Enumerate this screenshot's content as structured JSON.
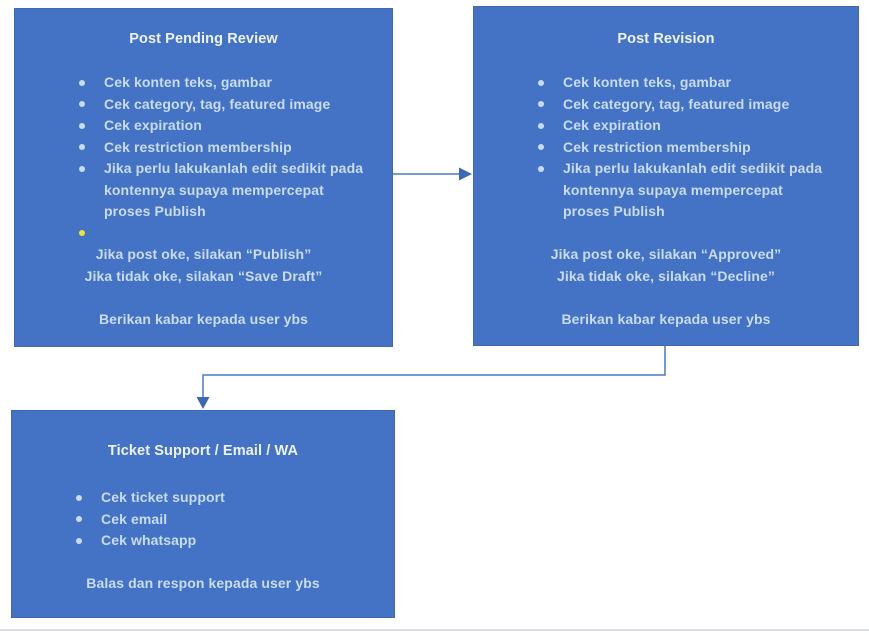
{
  "diagram": {
    "type": "flowchart",
    "colors": {
      "box_fill": "#4472C4",
      "box_border": "#3E68B0",
      "title_text": "#ECF3FC",
      "body_text": "#C8DCF2",
      "empty_bullet": "#EFE430",
      "connector": "#4B79C3",
      "bottom_divider": "#D7DCE3"
    },
    "boxes": [
      {
        "id": "post-pending-review",
        "title": "Post Pending Review",
        "bullets": [
          "Cek konten teks, gambar",
          "Cek category, tag, featured image",
          "Cek expiration",
          "Cek restriction membership",
          "Jika perlu lakukanlah edit sedikit pada\nkontennya supaya mempercepat\nproses Publish"
        ],
        "has_empty_yellow_bullet": true,
        "decision_lines": [
          "Jika post oke, silakan “Publish”",
          "Jika tidak oke, silakan “Save Draft”"
        ],
        "footer": "Berikan kabar kepada user ybs"
      },
      {
        "id": "post-revision",
        "title": "Post Revision",
        "bullets": [
          "Cek konten teks, gambar",
          "Cek category, tag, featured image",
          "Cek expiration",
          "Cek restriction membership",
          "Jika perlu lakukanlah edit sedikit pada\nkontennya supaya mempercepat\nproses Publish"
        ],
        "decision_lines": [
          "Jika post oke, silakan “Approved”",
          "Jika tidak oke, silakan “Decline”"
        ],
        "footer": "Berikan kabar kepada user ybs"
      },
      {
        "id": "ticket-support-email-wa",
        "title": "Ticket Support / Email / WA",
        "bullets": [
          "Cek ticket support",
          "Cek email",
          "Cek whatsapp"
        ],
        "footer": "Balas dan respon kepada user ybs"
      }
    ],
    "connectors": [
      {
        "from": "post-pending-review",
        "to": "post-revision",
        "shape": "straight-right-arrow"
      },
      {
        "from": "post-revision",
        "to": "ticket-support-email-wa",
        "shape": "elbow-down-left-down-arrow"
      }
    ]
  }
}
